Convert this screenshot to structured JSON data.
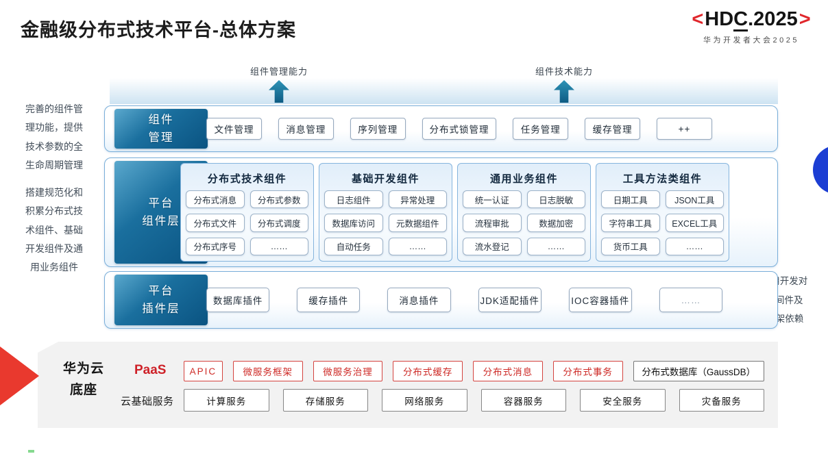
{
  "header": {
    "title": "金融级分布式技术平台-总体方案",
    "logo": {
      "left_bracket": "<",
      "text_hd": "HD",
      "text_c": "C",
      "text_2025": ".2025",
      "right_bracket": ">",
      "subtitle": "华为开发者大会2025"
    }
  },
  "capability_arrows": {
    "left_label": "组件管理能力",
    "right_label": "组件技术能力"
  },
  "side_notes": {
    "left_top": "完善的组件管理功能，提供技术参数的全生命周期管理",
    "left_bottom": "搭建规范化和积累分布式技术组件、基础开发组件及通用业务组件",
    "right": "解耦应用开发对基础中间件及Java框架依赖"
  },
  "layers": {
    "component_mgmt": {
      "label_line1": "组件",
      "label_line2": "管理",
      "items": [
        "文件管理",
        "消息管理",
        "序列管理",
        "分布式锁管理",
        "任务管理",
        "缓存管理",
        "++"
      ]
    },
    "platform_component": {
      "label_line1": "平台",
      "label_line2": "组件层",
      "groups": [
        {
          "title": "分布式技术组件",
          "items": [
            "分布式消息",
            "分布式参数",
            "分布式文件",
            "分布式调度",
            "分布式序号",
            "……"
          ]
        },
        {
          "title": "基础开发组件",
          "items": [
            "日志组件",
            "异常处理",
            "数据库访问",
            "元数据组件",
            "自动任务",
            "……"
          ]
        },
        {
          "title": "通用业务组件",
          "items": [
            "统一认证",
            "日志脱敏",
            "流程审批",
            "数据加密",
            "流水登记",
            "……"
          ]
        },
        {
          "title": "工具方法类组件",
          "items": [
            "日期工具",
            "JSON工具",
            "字符串工具",
            "EXCEL工具",
            "货币工具",
            "……"
          ]
        }
      ]
    },
    "platform_plugin": {
      "label_line1": "平台",
      "label_line2": "插件层",
      "items": [
        "数据库插件",
        "缓存插件",
        "消息插件",
        "JDK适配插件",
        "IOC容器插件",
        "……"
      ]
    }
  },
  "foundation": {
    "label_line1": "华为云",
    "label_line2": "底座",
    "paas": {
      "label": "PaaS",
      "red_items": [
        "APIC",
        "微服务框架",
        "微服务治理",
        "分布式缓存",
        "分布式消息",
        "分布式事务"
      ],
      "neutral_item": "分布式数据库（GaussDB）"
    },
    "cloud": {
      "label": "云基础服务",
      "items": [
        "计算服务",
        "存储服务",
        "网络服务",
        "容器服务",
        "安全服务",
        "灾备服务"
      ]
    }
  },
  "colors": {
    "layer_label_blue": "#0e5c8c",
    "row_border_blue": "#79aed9",
    "arrow_teal": "#1c7fa8",
    "brand_red": "#e0272c",
    "paas_red": "#ce2b27",
    "circle_blue": "#1c3ed3",
    "foundation_gray": "#f2f2f2"
  }
}
